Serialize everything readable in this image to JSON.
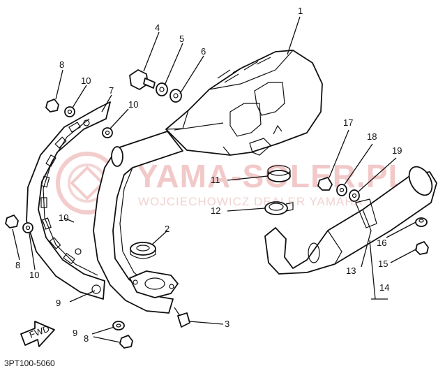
{
  "watermark": {
    "main": "YAMA-SOLER.PL",
    "sub": "WOJCIECHOWICZ DEALER YAMAHA"
  },
  "diagram_code": "3PT100-5060",
  "fwd_label": "FWD",
  "callouts": [
    {
      "id": "c1",
      "label": "1"
    },
    {
      "id": "c2",
      "label": "2"
    },
    {
      "id": "c3",
      "label": "3"
    },
    {
      "id": "c4",
      "label": "4"
    },
    {
      "id": "c5",
      "label": "5"
    },
    {
      "id": "c6",
      "label": "6"
    },
    {
      "id": "c7",
      "label": "7"
    },
    {
      "id": "c8a",
      "label": "8"
    },
    {
      "id": "c8b",
      "label": "8"
    },
    {
      "id": "c8c",
      "label": "8"
    },
    {
      "id": "c9a",
      "label": "9"
    },
    {
      "id": "c9b",
      "label": "9"
    },
    {
      "id": "c10a",
      "label": "10"
    },
    {
      "id": "c10b",
      "label": "10"
    },
    {
      "id": "c10c",
      "label": "10"
    },
    {
      "id": "c10d",
      "label": "10"
    },
    {
      "id": "c11",
      "label": "11"
    },
    {
      "id": "c12",
      "label": "12"
    },
    {
      "id": "c13",
      "label": "13"
    },
    {
      "id": "c14",
      "label": "14"
    },
    {
      "id": "c15",
      "label": "15"
    },
    {
      "id": "c16",
      "label": "16"
    },
    {
      "id": "c17",
      "label": "17"
    },
    {
      "id": "c18",
      "label": "18"
    },
    {
      "id": "c19",
      "label": "19"
    }
  ]
}
